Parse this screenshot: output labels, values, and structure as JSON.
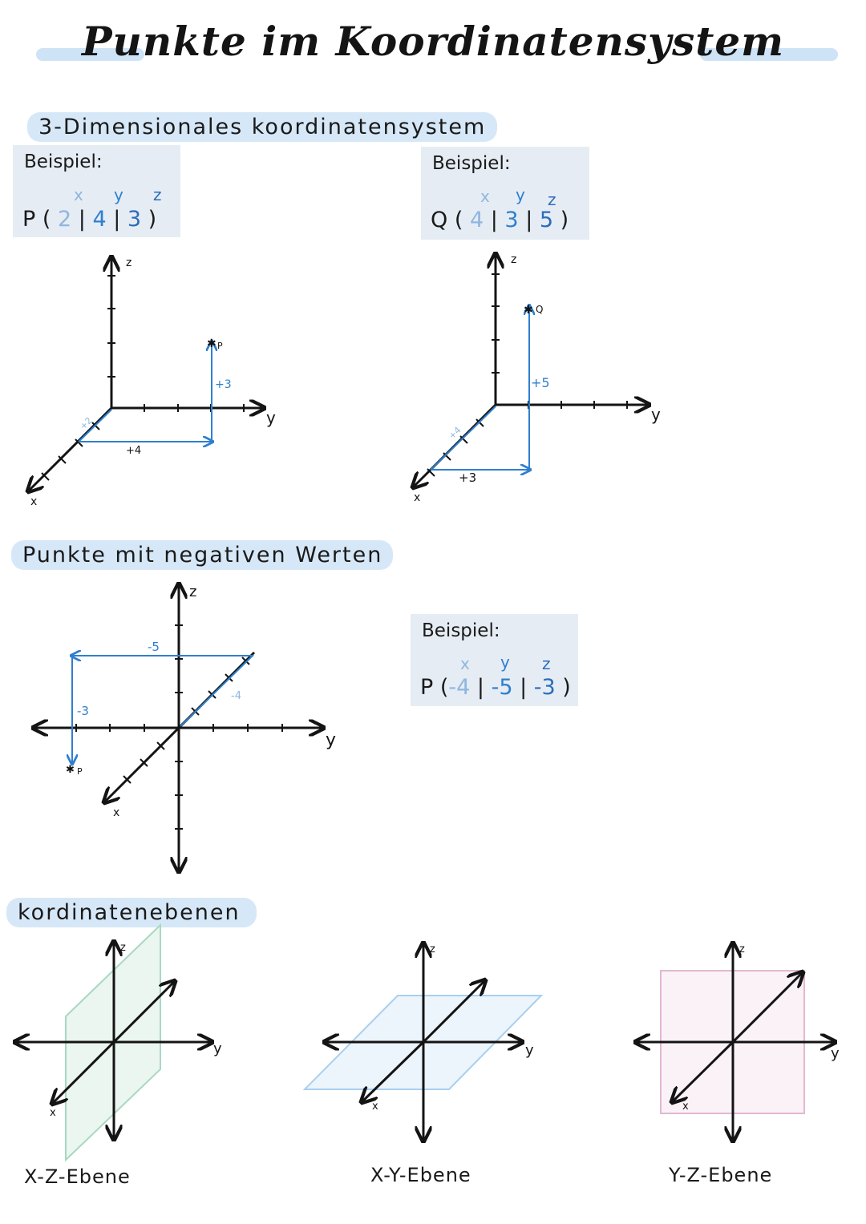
{
  "title": "Punkte im Koordinatensystem",
  "section1": {
    "heading": "3-Dimensionales koordinatensystem",
    "example_label": "Beispiel:",
    "point_p": {
      "name": "P",
      "x": "2",
      "y": "4",
      "z": "3"
    },
    "point_q": {
      "name": "Q",
      "x": "4",
      "y": "3",
      "z": "5"
    }
  },
  "axis_names": {
    "x": "x",
    "y": "y",
    "z": "z"
  },
  "diagram_p": {
    "label": "P",
    "step_x": "+2",
    "step_y": "+4",
    "step_z": "+3"
  },
  "diagram_q": {
    "label": "Q",
    "step_x": "+4",
    "step_y": "+3",
    "step_z": "+5"
  },
  "section2": {
    "heading": "Punkte mit negativen Werten",
    "point": {
      "name": "P",
      "x": "-4",
      "y": "-5",
      "z": "-3"
    },
    "step_x": "-4",
    "step_y": "-5",
    "step_z": "-3"
  },
  "section3": {
    "heading": "kordinatenebenen",
    "planes": [
      {
        "label": "X-Z-Ebene",
        "color": "#a9d8c2",
        "fill": "#eaf6ef"
      },
      {
        "label": "X-Y-Ebene",
        "color": "#a9cfee",
        "fill": "#ecf4fc"
      },
      {
        "label": "Y-Z-Ebene",
        "color": "#e2b8d2",
        "fill": "#fbf2f8"
      }
    ]
  },
  "colors": {
    "accent": "#2f7fcf",
    "ink": "#141414",
    "highlight": "#d6e8f8"
  }
}
